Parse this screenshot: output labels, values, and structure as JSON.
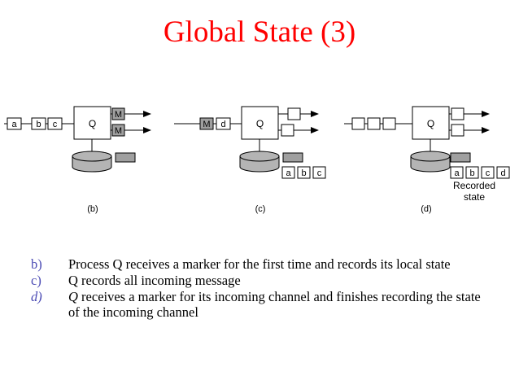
{
  "title": "Global State (3)",
  "diagram": {
    "panel_b": {
      "caption": "(b)",
      "incoming": [
        "a",
        "b",
        "c"
      ],
      "process": "Q",
      "outgoing_markers": [
        "M",
        "M"
      ]
    },
    "panel_c": {
      "caption": "(c)",
      "incoming": [
        "M",
        "d"
      ],
      "process": "Q",
      "recorded": [
        "a",
        "b",
        "c"
      ]
    },
    "panel_d": {
      "caption": "(d)",
      "process": "Q",
      "recorded": [
        "a",
        "b",
        "c",
        "d"
      ],
      "recorded_label_line1": "Recorded",
      "recorded_label_line2": "state"
    },
    "colors": {
      "marker_gray": "#a0a0a0",
      "disk_gray": "#b4b4b4"
    }
  },
  "bullets": [
    {
      "label": "b)",
      "text": "Process Q receives a marker for the first time and records its local state"
    },
    {
      "label": "c)",
      "text": "Q records all incoming message"
    },
    {
      "label": "d)",
      "q": "Q",
      "text": " receives a marker for its incoming channel and finishes recording the state of the incoming channel"
    }
  ]
}
